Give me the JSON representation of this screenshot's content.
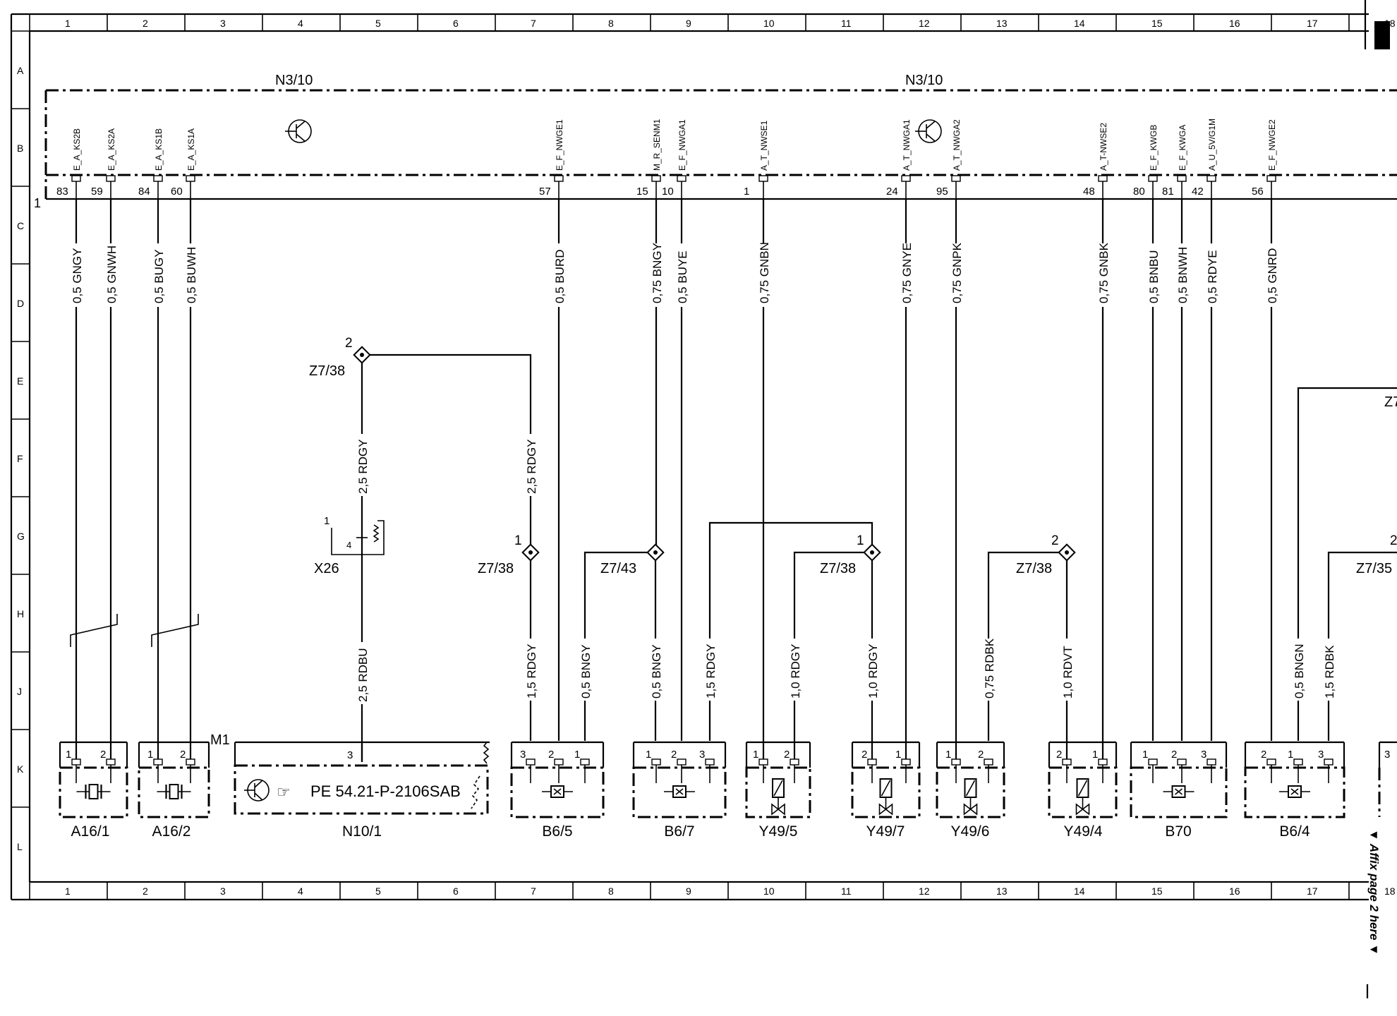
{
  "frame": {
    "columns": [
      "1",
      "2",
      "3",
      "4",
      "5",
      "6",
      "7",
      "8",
      "9",
      "10",
      "11",
      "12",
      "13",
      "14",
      "15",
      "16",
      "17",
      "18"
    ],
    "rows": [
      "A",
      "B",
      "C",
      "D",
      "E",
      "F",
      "G",
      "H",
      "J",
      "K",
      "L"
    ]
  },
  "control_unit": {
    "label_left": "N3/10",
    "label_right": "N3/10",
    "corner_pin": "1",
    "pins": [
      {
        "signal": "E_A_KS2B",
        "pin": "83",
        "wire": "0,5 GNGY"
      },
      {
        "signal": "E_A_KS2A",
        "pin": "59",
        "wire": "0,5 GNWH"
      },
      {
        "signal": "E_A_KS1B",
        "pin": "84",
        "wire": "0,5 BUGY"
      },
      {
        "signal": "E_A_KS1A",
        "pin": "60",
        "wire": "0,5 BUWH"
      },
      {
        "signal": "E_F_NWGE1",
        "pin": "57",
        "wire": "0,5 BURD"
      },
      {
        "signal": "M_R_SENM1",
        "pin": "15",
        "wire": "0,75 BNGY"
      },
      {
        "signal": "E_F_NWGA1",
        "pin": "10",
        "wire": "0,5 BUYE"
      },
      {
        "signal": "A_T_NWSE1",
        "pin": "1",
        "wire": "0,75 GNBN"
      },
      {
        "signal": "A_T_NWGA1",
        "pin": "24",
        "wire": "0,75 GNYE"
      },
      {
        "signal": "A_T_NWGA2",
        "pin": "95",
        "wire": "0,75 GNPK"
      },
      {
        "signal": "A_T-NWSE2",
        "pin": "48",
        "wire": "0,75 GNBK"
      },
      {
        "signal": "E_F_KWGB",
        "pin": "80",
        "wire": "0,5 BNBU"
      },
      {
        "signal": "E_F_KWGA",
        "pin": "81",
        "wire": "0,5 BNWH"
      },
      {
        "signal": "A_U_5V/G1M",
        "pin": "42",
        "wire": "0,5 RDYE"
      },
      {
        "signal": "E_F_NWGE2",
        "pin": "56",
        "wire": "0,5 GNRD"
      }
    ]
  },
  "splices": [
    {
      "id": "Z7/38",
      "num": "2"
    },
    {
      "id": "Z7/38",
      "num": "1"
    },
    {
      "id": "Z7/43"
    },
    {
      "id": "Z7/38",
      "num": "1"
    },
    {
      "id": "Z7/38",
      "num": "2"
    },
    {
      "id": "Z7/35",
      "num": "2"
    },
    {
      "id": "Z7"
    }
  ],
  "wires": {
    "rdgy_upper_left": "2,5 RDGY",
    "rdgy_upper_mid": "2,5 RDGY",
    "rdbu": "2,5 RDBU",
    "b65_rdgy": "1,5 RDGY",
    "b65_bngy": "0,5 BNGY",
    "b67_bngy": "0,5 BNGY",
    "b67_rdgy": "1,5 RDGY",
    "y495_rdgy": "1,0 RDGY",
    "y497_rdgy": "1,0 RDGY",
    "y496_rdbk": "0,75 RDBK",
    "y494_rdvt": "1,0 RDVT",
    "b64_bngn": "0,5 BNGN",
    "b64_rdbk": "1,5 RDBK"
  },
  "connector_x26": {
    "label": "X26",
    "pin1": "1",
    "pin4": "4"
  },
  "motor_label": "M1",
  "n101_pin": "3",
  "reference": "PE 54.21-P-2106SAB",
  "components": [
    {
      "id": "A16/1",
      "pins": [
        "1",
        "2"
      ]
    },
    {
      "id": "A16/2",
      "pins": [
        "1",
        "2"
      ]
    },
    {
      "id": "N10/1"
    },
    {
      "id": "B6/5",
      "pins": [
        "3",
        "2",
        "1"
      ]
    },
    {
      "id": "B6/7",
      "pins": [
        "1",
        "2",
        "3"
      ]
    },
    {
      "id": "Y49/5",
      "pins": [
        "1",
        "2"
      ]
    },
    {
      "id": "Y49/7",
      "pins": [
        "2",
        "1"
      ]
    },
    {
      "id": "Y49/6",
      "pins": [
        "1",
        "2"
      ]
    },
    {
      "id": "Y49/4",
      "pins": [
        "2",
        "1"
      ]
    },
    {
      "id": "B70",
      "pins": [
        "1",
        "2",
        "3"
      ]
    },
    {
      "id": "B6/4",
      "pins": [
        "2",
        "1",
        "3"
      ]
    }
  ],
  "partial_pin": "3",
  "affix_note": "▼ Affix page 2 here ▼"
}
